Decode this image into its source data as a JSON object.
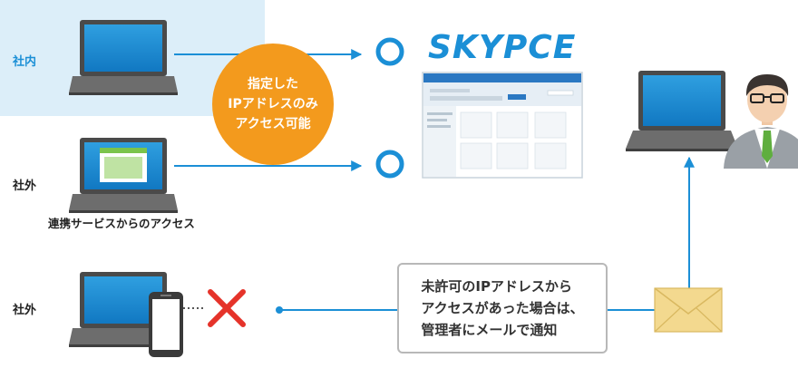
{
  "labels": {
    "internal": "社内",
    "external_1": "社外",
    "external_2": "社外",
    "linked_service": "連携サービスからのアクセス"
  },
  "badge": {
    "text": "指定した\nIPアドレスのみ\nアクセス可能"
  },
  "brand": {
    "name": "SKYPCE"
  },
  "notification": {
    "text": "未許可のIPアドレスから\nアクセスがあった場合は、\n管理者にメールで通知"
  },
  "colors": {
    "accent_blue": "#1b8fd6",
    "internal_zone": "#dceef9",
    "badge_orange": "#f39a1d",
    "deny_red": "#e5332a",
    "envelope": "#f3d98f"
  }
}
